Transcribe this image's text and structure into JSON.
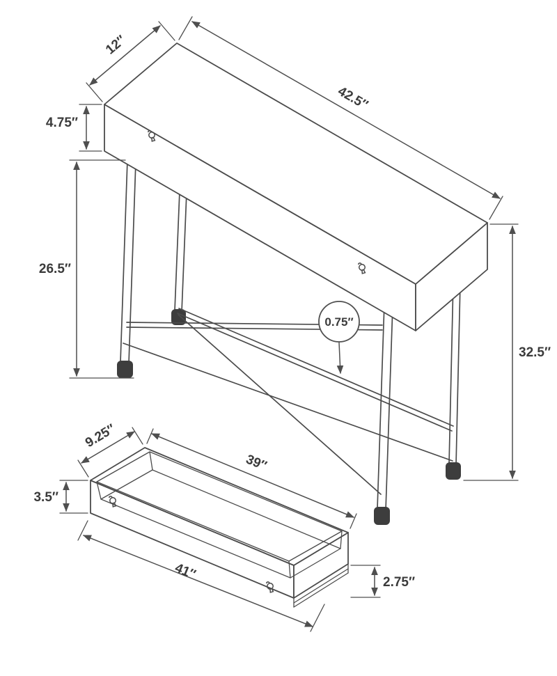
{
  "style": {
    "background": "#ffffff",
    "line_color": "#4b4b4b",
    "text_color": "#3b3b3b",
    "foot_color": "#3d3d3d"
  },
  "icons": {
    "keyhole": "keyhole-pull-icon"
  },
  "table_view": {
    "top_depth": "12″",
    "top_length": "42.5″",
    "apron_height": "4.75″",
    "leg_height": "26.5″",
    "overall_height": "32.5″",
    "frame_thickness": "0.75″"
  },
  "drawer_view": {
    "depth": "9.25″",
    "inner_length": "39″",
    "front_height": "3.5″",
    "outer_length": "41″",
    "side_height": "2.75″"
  }
}
